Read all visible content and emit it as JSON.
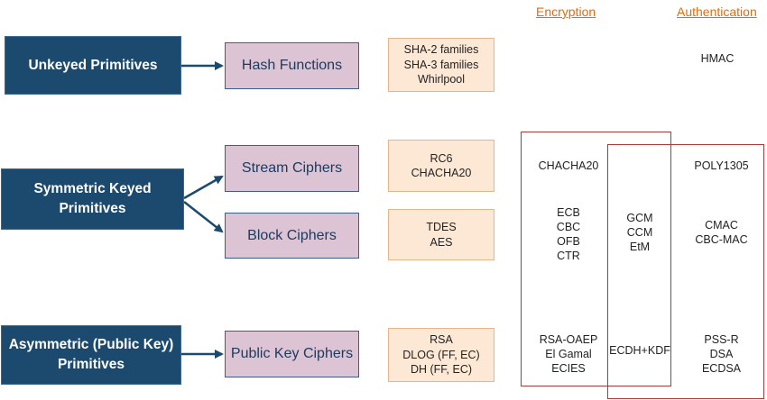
{
  "headers": {
    "encryption": "Encryption",
    "authentication": "Authentication"
  },
  "primitives": {
    "unkeyed": "Unkeyed Primitives",
    "symmetric_line1": "Symmetric Keyed",
    "symmetric_line2": "Primitives",
    "asymmetric_line1": "Asymmetric (Public Key)",
    "asymmetric_line2": "Primitives"
  },
  "categories": {
    "hash": "Hash Functions",
    "stream": "Stream Ciphers",
    "block": "Block Ciphers",
    "public_key": "Public Key Ciphers"
  },
  "algorithms": {
    "hash": [
      "SHA-2 families",
      "SHA-3 families",
      "Whirlpool"
    ],
    "stream": [
      "RC6",
      "CHACHA20"
    ],
    "block": [
      "TDES",
      "AES"
    ],
    "public_key": [
      "RSA",
      "DLOG (FF, EC)",
      "DH (FF, EC)"
    ]
  },
  "encryption": {
    "stream": [
      "CHACHA20"
    ],
    "block": [
      "ECB",
      "CBC",
      "OFB",
      "CTR"
    ],
    "public_key": [
      "RSA-OAEP",
      "El Gamal",
      "ECIES"
    ]
  },
  "combined": {
    "block": [
      "GCM",
      "CCM",
      "EtM"
    ],
    "public_key": [
      "ECDH+KDF"
    ]
  },
  "authentication": {
    "hash": [
      "HMAC"
    ],
    "stream": [
      "POLY1305"
    ],
    "block": [
      "CMAC",
      "CBC-MAC"
    ],
    "public_key": [
      "PSS-R",
      "DSA",
      "ECDSA"
    ]
  }
}
